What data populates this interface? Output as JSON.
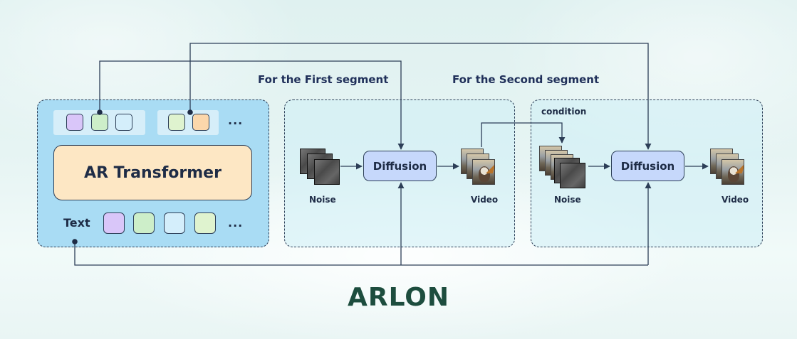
{
  "title": "ARLON",
  "ar_block": {
    "transformer_label": "AR Transformer",
    "text_label": "Text",
    "ellipsis": "...",
    "colors": {
      "purple": "#d9c6f9",
      "green": "#cdeec9",
      "blue": "#d4eefb",
      "orange": "#fcd7ab",
      "light_green": "#dff3cf"
    }
  },
  "first_segment": {
    "title": "For the First segment",
    "noise_label": "Noise",
    "diffusion_label": "Diffusion",
    "video_label": "Video"
  },
  "second_segment": {
    "title": "For the Second segment",
    "condition_label": "condition",
    "noise_label": "Noise",
    "diffusion_label": "Diffusion",
    "video_label": "Video"
  }
}
